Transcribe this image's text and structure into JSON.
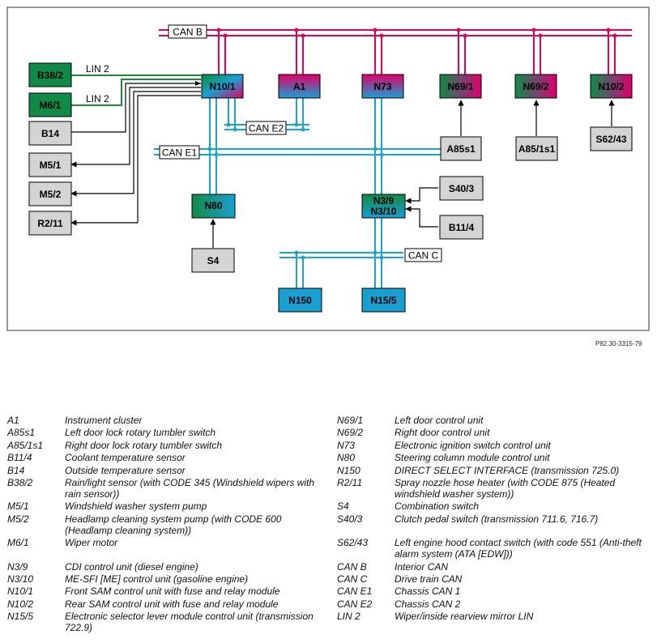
{
  "diagram": {
    "reference": "P82.30-3315-79",
    "bus_labels": {
      "can_b": "CAN B",
      "can_e1": "CAN E1",
      "can_e2": "CAN E2",
      "can_c": "CAN C",
      "lin_1": "LIN 2",
      "lin_2": "LIN 2"
    },
    "modules": {
      "B38_2": "B38/2",
      "M6_1": "M6/1",
      "B14": "B14",
      "M5_1": "M5/1",
      "M5_2": "M5/2",
      "R2_11": "R2/11",
      "N10_1": "N10/1",
      "A1": "A1",
      "N73": "N73",
      "N69_1": "N69/1",
      "N69_2": "N69/2",
      "N10_2": "N10/2",
      "A85s1": "A85s1",
      "A85_1s1": "A85/1s1",
      "S62_43": "S62/43",
      "N80": "N80",
      "S4": "S4",
      "N3_9": "N3/9",
      "N3_10": "N3/10",
      "S40_3": "S40/3",
      "B11_4": "B11/4",
      "N150": "N150",
      "N15_5": "N15/5"
    },
    "colors": {
      "can_b": "#e0005a",
      "can_e": "#1aa6c8",
      "lin": "#1a8a3c",
      "module_green": "#128a47",
      "module_magenta": "#d8006a",
      "module_blue": "#1a9fd0",
      "sensor_gray": "#d4d4d4"
    }
  },
  "legend": {
    "left": [
      {
        "code": "A1",
        "desc": "Instrument cluster"
      },
      {
        "code": "A85s1",
        "desc": "Left door lock rotary tumbler switch"
      },
      {
        "code": "A85/1s1",
        "desc": "Right door lock rotary tumbler switch"
      },
      {
        "code": "B11/4",
        "desc": "Coolant temperature sensor"
      },
      {
        "code": "B14",
        "desc": "Outside temperature sensor"
      },
      {
        "code": "B38/2",
        "desc": "Rain/light sensor (with CODE 345 (Windshield wipers with rain sensor))"
      },
      {
        "code": "M5/1",
        "desc": "Windshield washer system pump"
      },
      {
        "code": "M5/2",
        "desc": "Headlamp cleaning system pump (with CODE 600 (Headlamp cleaning system))"
      },
      {
        "code": "M6/1",
        "desc": "Wiper motor"
      },
      {
        "code": "",
        "desc": ""
      },
      {
        "code": "N3/9",
        "desc": "CDI control unit (diesel engine)"
      },
      {
        "code": "N3/10",
        "desc": "ME-SFI [ME] control unit (gasoline engine)"
      },
      {
        "code": "N10/1",
        "desc": "Front SAM control unit with fuse and relay module"
      },
      {
        "code": "N10/2",
        "desc": "Rear SAM control unit with fuse and relay module"
      },
      {
        "code": "N15/5",
        "desc": "Electronic selector lever module control unit (transmission 722.9)"
      }
    ],
    "right": [
      {
        "code": "N69/1",
        "desc": "Left door control unit"
      },
      {
        "code": "N69/2",
        "desc": "Right door control unit"
      },
      {
        "code": "N73",
        "desc": "Electronic ignition switch control unit"
      },
      {
        "code": "N80",
        "desc": "Steering column module control unit"
      },
      {
        "code": "N150",
        "desc": "DIRECT SELECT INTERFACE (transmission 725.0)"
      },
      {
        "code": "R2/11",
        "desc": "Spray nozzle hose heater (with CODE 875 (Heated windshield washer system))"
      },
      {
        "code": "S4",
        "desc": "Combination switch"
      },
      {
        "code": "S40/3",
        "desc": "Clutch pedal switch (transmission 711.6, 716.7)"
      },
      {
        "code": "",
        "desc": ""
      },
      {
        "code": "S62/43",
        "desc": "Left engine hood contact switch (with code 551 (Anti-theft alarm system (ATA [EDW]))"
      },
      {
        "code": "CAN B",
        "desc": "Interior CAN"
      },
      {
        "code": "CAN C",
        "desc": "Drive train CAN"
      },
      {
        "code": "CAN E1",
        "desc": "Chassis CAN 1"
      },
      {
        "code": "CAN E2",
        "desc": "Chassis CAN 2"
      },
      {
        "code": "LIN 2",
        "desc": "Wiper/inside rearview mirror LIN"
      }
    ]
  }
}
